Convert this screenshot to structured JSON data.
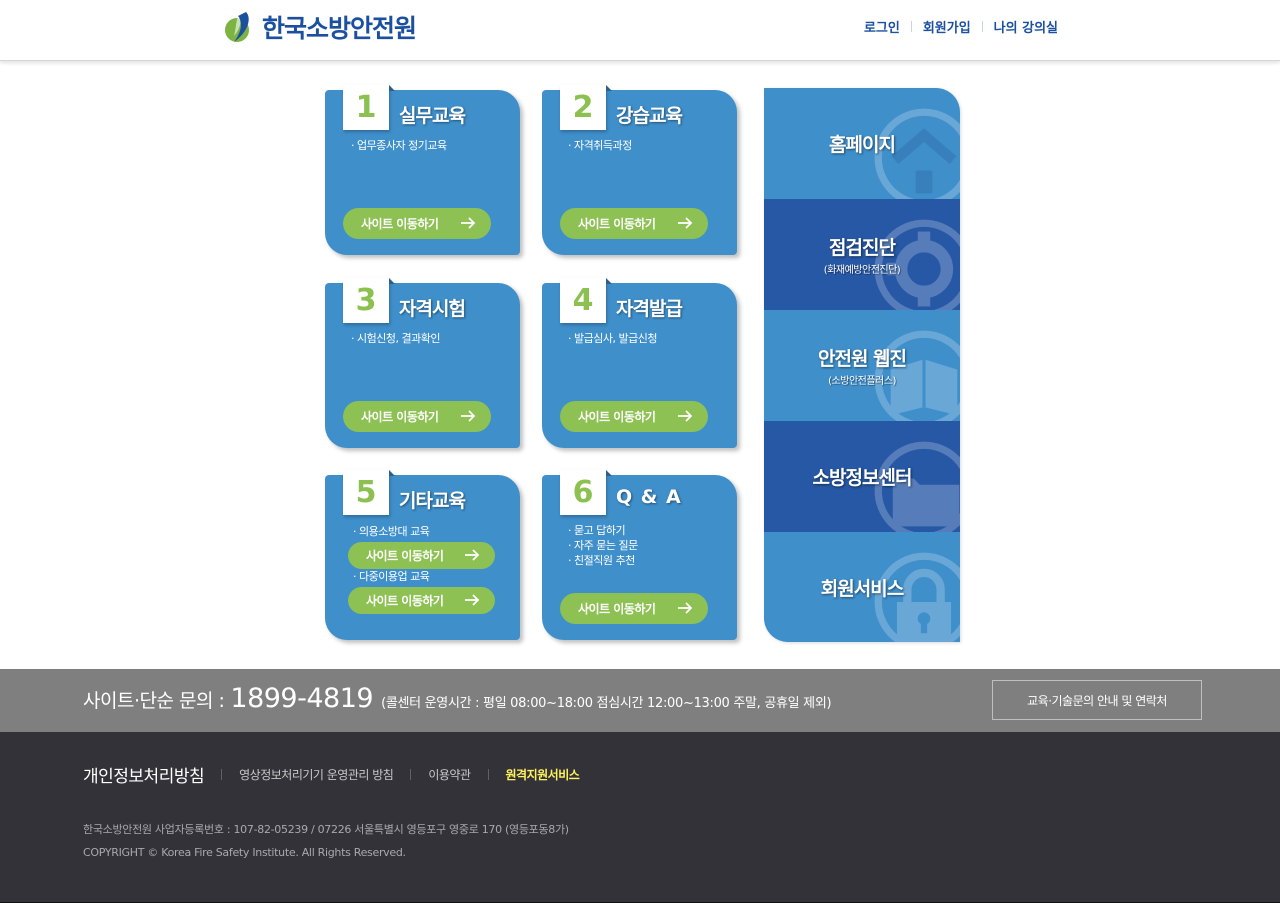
{
  "header": {
    "logo_text": "한국소방안전원",
    "nav": [
      {
        "label": "로그인"
      },
      {
        "label": "회원가입"
      },
      {
        "label": "나의 강의실"
      }
    ]
  },
  "cards": [
    {
      "number": "1",
      "title": "실무교육",
      "desc": [
        "업무종사자 정기교육"
      ],
      "button": "사이트 이동하기"
    },
    {
      "number": "2",
      "title": "강습교육",
      "desc": [
        "자격취득과정"
      ],
      "button": "사이트 이동하기"
    },
    {
      "number": "3",
      "title": "자격시험",
      "desc": [
        "시험신청, 결과확인"
      ],
      "button": "사이트 이동하기"
    },
    {
      "number": "4",
      "title": "자격발급",
      "desc": [
        "발급심사, 발급신청"
      ],
      "button": "사이트 이동하기"
    },
    {
      "number": "5",
      "title": "기타교육",
      "sub_items": [
        {
          "label": "의용소방대 교육",
          "button": "사이트 이동하기"
        },
        {
          "label": "다중이용업 교육",
          "button": "사이트 이동하기"
        }
      ]
    },
    {
      "number": "6",
      "title": "Q & A",
      "desc": [
        "묻고 답하기",
        "자주 묻는 질문",
        "친절직원 추천"
      ],
      "button": "사이트 이동하기"
    }
  ],
  "side_menu": [
    {
      "label": "홈페이지",
      "sublabel": "",
      "icon": "home-icon"
    },
    {
      "label": "점검진단",
      "sublabel": "(화재예방안전진단)",
      "icon": "gear-icon"
    },
    {
      "label": "안전원 웹진",
      "sublabel": "(소방안전플러스)",
      "icon": "book-icon"
    },
    {
      "label": "소방정보센터",
      "sublabel": "",
      "icon": "folder-icon"
    },
    {
      "label": "회원서비스",
      "sublabel": "",
      "icon": "lock-icon"
    }
  ],
  "contact": {
    "label": "사이트·단순 문의 :",
    "phone": "1899-4819",
    "hours": "(콜센터 운영시간 : 평일 08:00~18:00  점심시간 12:00~13:00  주말, 공휴일 제외)",
    "guide_button": "교육·기술문의 안내 및 연락처"
  },
  "footer": {
    "links": [
      {
        "label": "개인정보처리방침"
      },
      {
        "label": "영상정보처리기기 운영관리 방침"
      },
      {
        "label": "이용약관"
      },
      {
        "label": "원격지원서비스"
      }
    ],
    "business_info": "한국소방안전원 사업자등록번호 : 107-82-05239 / 07226 서울특별시 영등포구 영중로 170 (영등포동8가)",
    "copyright": "COPYRIGHT © Korea Fire Safety Institute. All Rights Reserved."
  },
  "colors": {
    "card_blue": "#3f8fcb",
    "side_dark_blue": "#2658a5",
    "button_green": "#8dc153",
    "number_green": "#8cc152",
    "logo_blue": "#1b4fa0",
    "contact_gray": "#7f7f7f",
    "footer_dark": "#333238",
    "highlight_yellow": "#fff35e"
  }
}
